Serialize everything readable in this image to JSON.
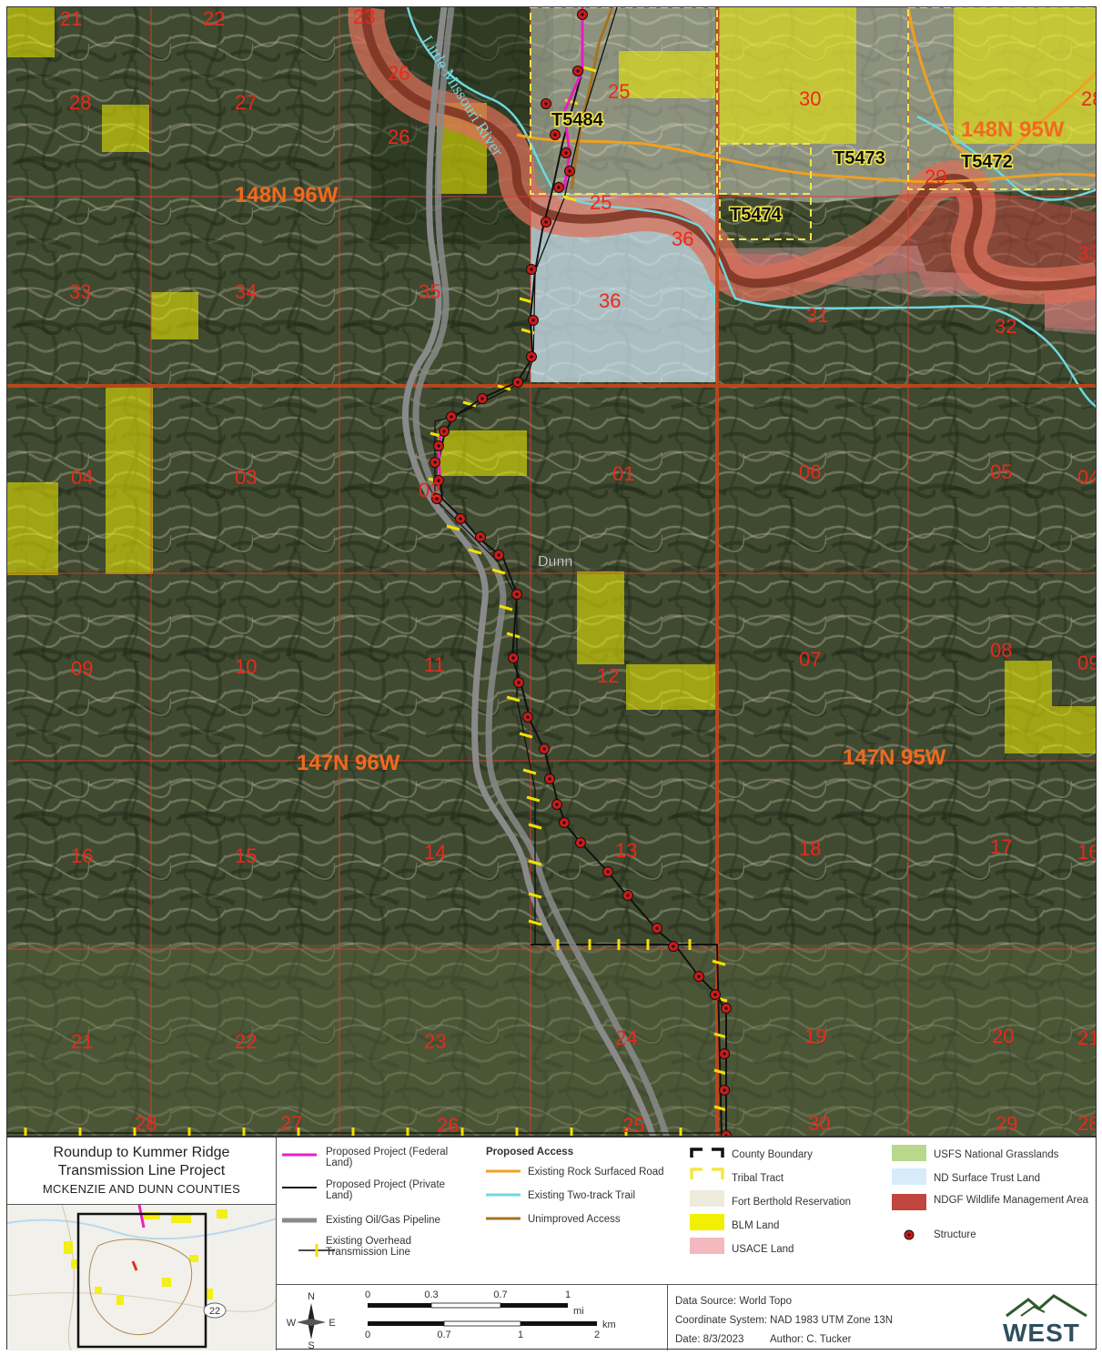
{
  "map": {
    "township_labels": [
      {
        "text": "148N 96W"
      },
      {
        "text": "148N 95W"
      },
      {
        "text": "147N 96W"
      },
      {
        "text": "147N 95W"
      }
    ],
    "section_labels": [
      "21",
      "22",
      "23",
      "28",
      "27",
      "26",
      "25",
      "30",
      "28",
      "26",
      "25",
      "36",
      "33",
      "34",
      "35",
      "36",
      "31",
      "32",
      "33",
      "04",
      "03",
      "02",
      "01",
      "06",
      "05",
      "04",
      "09",
      "10",
      "11",
      "12",
      "07",
      "08",
      "09",
      "16",
      "15",
      "14",
      "13",
      "18",
      "17",
      "16",
      "21",
      "22",
      "23",
      "24",
      "19",
      "20",
      "21",
      "28",
      "27",
      "26",
      "25",
      "30",
      "29",
      "28",
      "29"
    ],
    "tract_labels": [
      "T5484",
      "T5473",
      "T5472",
      "T5474"
    ],
    "river_label": "Little Missouri River",
    "place_label": "Dunn"
  },
  "title": {
    "line1": "Roundup to Kummer Ridge",
    "line2": "Transmission Line Project",
    "line3": "MCKENZIE AND DUNN COUNTIES"
  },
  "inset": {
    "route_marker": "22"
  },
  "legend": {
    "proposed_federal": "Proposed Project (Federal Land)",
    "proposed_private": "Proposed Project (Private Land)",
    "pipeline": "Existing Oil/Gas Pipeline",
    "overhead": "Existing Overhead Transmission Line",
    "access_heading": "Proposed Access",
    "rock_road": "Existing Rock Surfaced Road",
    "two_track": "Existing Two-track Trail",
    "unimproved": "Unimproved Access",
    "county": "County Boundary",
    "tribal": "Tribal Tract",
    "reservation": "Fort Berthold Reservation",
    "blm": "BLM Land",
    "usace": "USACE Land",
    "usfs": "USFS National Grasslands",
    "nd_trust": "ND Surface Trust Land",
    "ndgf": "NDGF Wildlife Management Area",
    "structure": "Structure",
    "colors": {
      "federal": "#e81fbf",
      "private": "#111111",
      "pipeline": "#8a8a8a",
      "rock_road": "#f0a020",
      "two_track": "#6fd8e0",
      "unimproved": "#a8721e",
      "blm": "#f2f000",
      "usace": "#f4b8bf",
      "usfs": "#b8d88c",
      "nd_trust": "#d6ecfb",
      "ndgf": "#c0453f",
      "reservation": "#ecebdc",
      "structure": "#cc1a1a"
    }
  },
  "scale": {
    "north": "N",
    "south": "S",
    "east": "E",
    "west": "W",
    "mi_ticks": [
      "0",
      "0.3",
      "0.7",
      "1"
    ],
    "mi_unit": "mi",
    "km_ticks": [
      "0",
      "0.7",
      "1",
      "2"
    ],
    "km_unit": "km"
  },
  "source": {
    "data_source": "Data Source: World Topo",
    "coords": "Coordinate System: NAD 1983 UTM Zone 13N",
    "date": "Date: 8/3/2023",
    "author": "Author: C. Tucker",
    "logo": "WEST"
  }
}
